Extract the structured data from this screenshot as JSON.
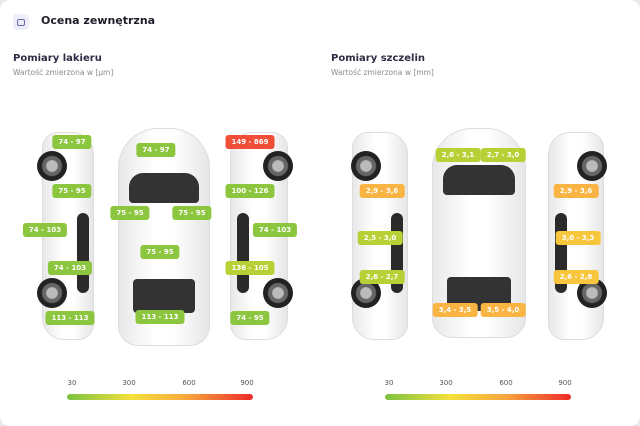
{
  "header": {
    "title": "Ocena zewnętrzna",
    "icon": "car-icon"
  },
  "paint": {
    "title": "Pomiary lakieru",
    "subtitle": "Wartość zmierzona w [µm]",
    "badges": [
      "74 - 97",
      "75 - 95",
      "74 - 103",
      "74 - 103",
      "113 - 113",
      "74 - 97",
      "75 - 95",
      "75 - 95",
      "75 - 95",
      "113 - 113",
      "149 - 869",
      "100 - 126",
      "74 - 103",
      "136 - 105",
      "74 - 95"
    ],
    "scale": [
      "30",
      "300",
      "600",
      "900"
    ]
  },
  "gaps": {
    "title": "Pomiary szczelin",
    "subtitle": "Wartość zmierzona w [mm]",
    "badges": [
      "2,9 - 3,6",
      "2,5 - 3,0",
      "2,6 - 2,7",
      "2,6 - 3,1",
      "2,7 - 3,0",
      "3,4 - 3,5",
      "3,5 - 4,0",
      "2,9 - 3,6",
      "3,0 - 3,3",
      "2,6 - 2,8"
    ],
    "scale": [
      "30",
      "300",
      "600",
      "900"
    ]
  },
  "colors": {
    "green": "#8cc63e",
    "red": "#f04e37",
    "orange": "#f9b443",
    "yellow": "#f7c63c"
  }
}
